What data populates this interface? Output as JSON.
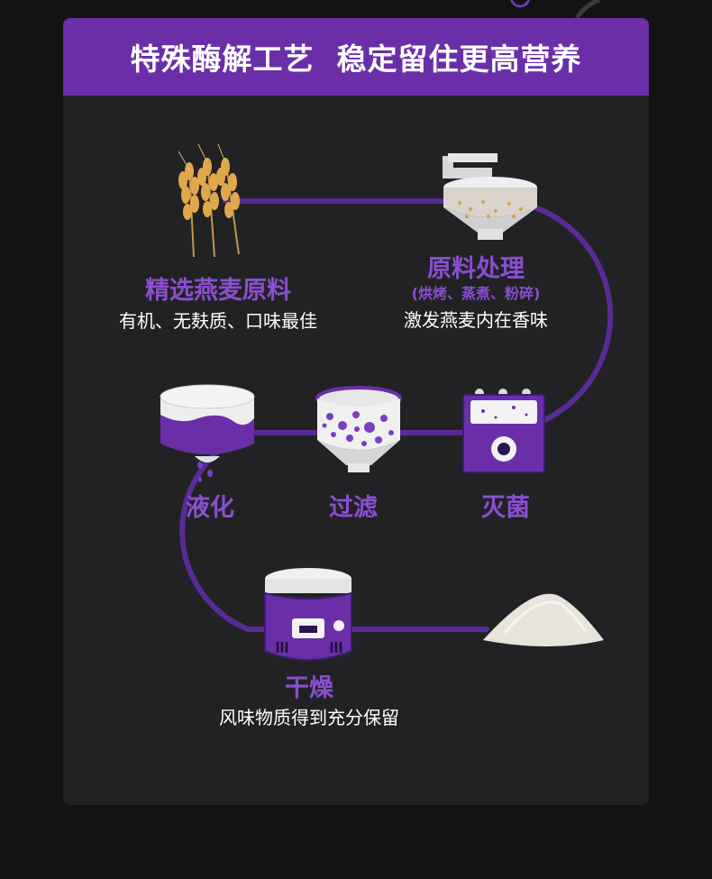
{
  "header": {
    "title": "特殊酶解工艺  稳定留住更高营养"
  },
  "steps": {
    "raw": {
      "title": "精选燕麦原料",
      "desc": "有机、无麸质、口味最佳"
    },
    "process": {
      "title": "原料处理",
      "note": "(烘烤、蒸煮、粉碎)",
      "desc": "激发燕麦内在香味"
    },
    "sterilize": {
      "title": "灭菌"
    },
    "filter": {
      "title": "过滤"
    },
    "liquefy": {
      "title": "液化"
    },
    "dry": {
      "title": "干燥",
      "desc": "风味物质得到充分保留"
    }
  },
  "colors": {
    "accent": "#6a2fa8",
    "label": "#8a4fd0",
    "panel": "#222224",
    "background": "#141414"
  }
}
